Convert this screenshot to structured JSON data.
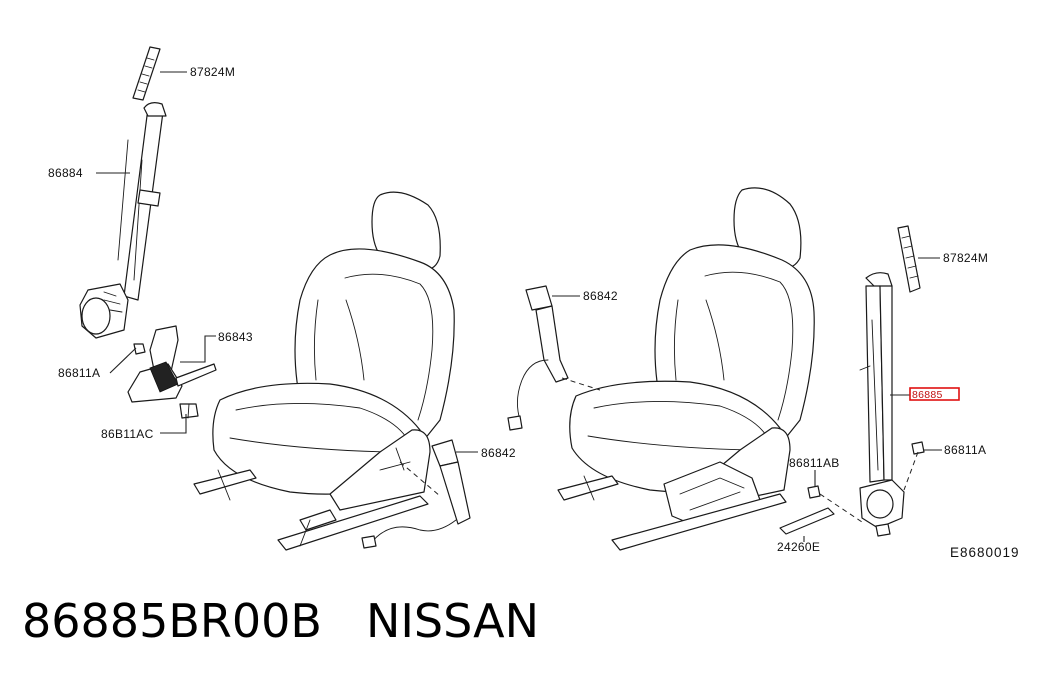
{
  "diagram": {
    "callouts": [
      {
        "id": "c1",
        "text": "87824M"
      },
      {
        "id": "c2",
        "text": "86884"
      },
      {
        "id": "c3",
        "text": "86843"
      },
      {
        "id": "c4",
        "text": "86811A"
      },
      {
        "id": "c5",
        "text": "86B11AC"
      },
      {
        "id": "c6",
        "text": "86842"
      },
      {
        "id": "c7",
        "text": "86842"
      },
      {
        "id": "c8",
        "text": "87824M"
      },
      {
        "id": "c9",
        "text": "86885"
      },
      {
        "id": "c10",
        "text": "86811AB"
      },
      {
        "id": "c11",
        "text": "86811A"
      },
      {
        "id": "c12",
        "text": "24260E"
      }
    ],
    "reference_code": "E8680019",
    "highlight_color": "#e01010"
  },
  "caption": {
    "part_number": "86885BR00B",
    "brand": "NISSAN"
  }
}
